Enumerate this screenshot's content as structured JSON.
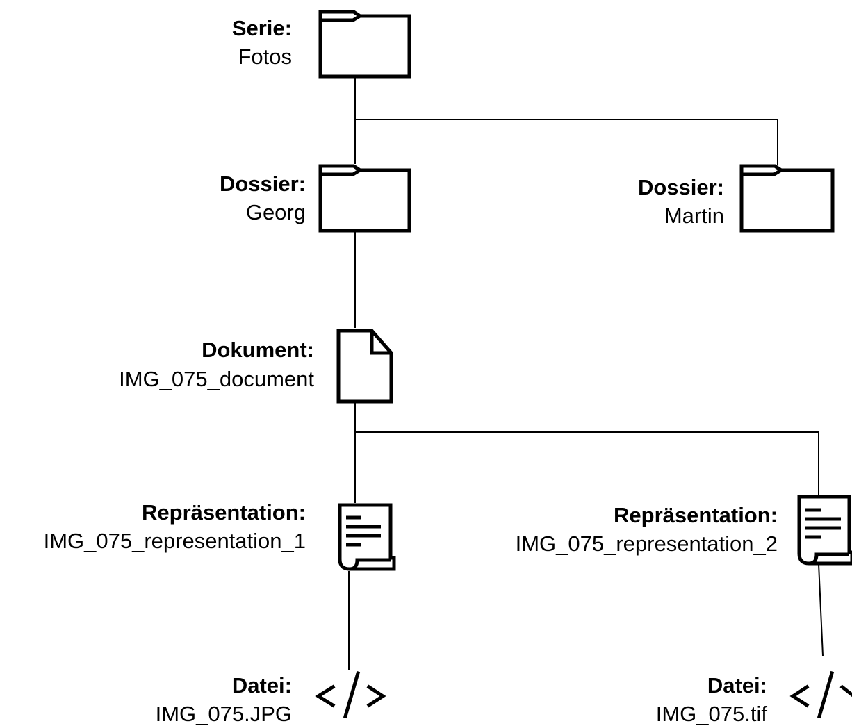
{
  "nodes": {
    "serie": {
      "type": "Serie:",
      "name": "Fotos",
      "icon": "folder-icon"
    },
    "dossier1": {
      "type": "Dossier:",
      "name": "Georg",
      "icon": "folder-icon"
    },
    "dossier2": {
      "type": "Dossier:",
      "name": "Martin",
      "icon": "folder-icon"
    },
    "dokument": {
      "type": "Dokument:",
      "name": "IMG_075_document",
      "icon": "document-icon"
    },
    "rep1": {
      "type": "Repräsentation:",
      "name": "IMG_075_representation_1",
      "icon": "scroll-icon"
    },
    "rep2": {
      "type": "Repräsentation:",
      "name": "IMG_075_representation_2",
      "icon": "scroll-icon"
    },
    "datei1": {
      "type": "Datei:",
      "name": "IMG_075.JPG",
      "icon": "code-icon"
    },
    "datei2": {
      "type": "Datei:",
      "name": "IMG_075.tif",
      "icon": "code-icon"
    }
  },
  "colors": {
    "stroke": "#000000",
    "background": "#ffffff"
  }
}
